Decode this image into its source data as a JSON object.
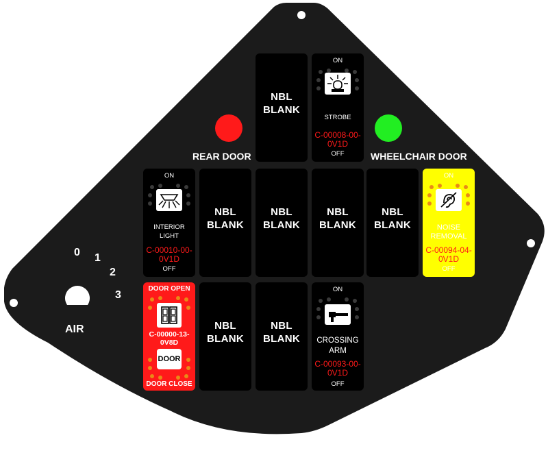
{
  "panel": {
    "rear_door_label": "REAR DOOR",
    "wheelchair_door_label": "WHEELCHAIR DOOR",
    "air_label": "AIR",
    "air_positions": [
      "0",
      "1",
      "2",
      "3"
    ],
    "colors": {
      "panel": "#1b1b1b",
      "rear_door_lamp": "#ff1a1a",
      "wheelchair_door_lamp": "#22ee22",
      "code_text": "#ff1a1a",
      "noise_removal_bg": "#ffff00",
      "door_switch_bg": "#ff1a1a"
    }
  },
  "switches": {
    "blank_top": {
      "line1": "NBL",
      "line2": "BLANK"
    },
    "strobe": {
      "on": "ON",
      "name": "STROBE",
      "code": "C-00008-00-0V1D",
      "off": "OFF",
      "icon": "strobe-light-icon"
    },
    "interior_light": {
      "on": "ON",
      "name1": "INTERIOR",
      "name2": "LIGHT",
      "code": "C-00010-00-0V1D",
      "off": "OFF",
      "icon": "dome-light-icon"
    },
    "blank_mid_1": {
      "line1": "NBL",
      "line2": "BLANK"
    },
    "blank_mid_2": {
      "line1": "NBL",
      "line2": "BLANK"
    },
    "blank_mid_3": {
      "line1": "NBL",
      "line2": "BLANK"
    },
    "blank_mid_4": {
      "line1": "NBL",
      "line2": "BLANK"
    },
    "noise_removal": {
      "on": "ON",
      "name1": "NOISE",
      "name2": "REMOVAL",
      "code": "C-00094-04-0V1D",
      "off": "OFF",
      "icon": "hearing-icon"
    },
    "door": {
      "open": "DOOR OPEN",
      "code": "C-00000-13-0V8D",
      "button": "DOOR",
      "close": "DOOR CLOSE",
      "icon": "double-door-icon"
    },
    "blank_bot_1": {
      "line1": "NBL",
      "line2": "BLANK"
    },
    "blank_bot_2": {
      "line1": "NBL",
      "line2": "BLANK"
    },
    "crossing_arm": {
      "on": "ON",
      "name1": "CROSSING",
      "name2": "ARM",
      "code": "C-00093-00-0V1D",
      "off": "OFF",
      "icon": "crossing-arm-icon"
    }
  }
}
